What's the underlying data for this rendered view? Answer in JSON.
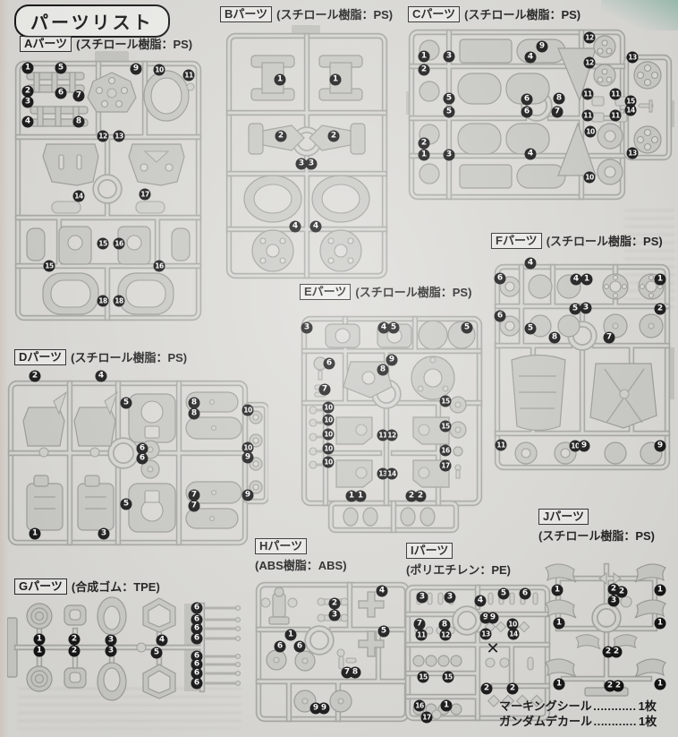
{
  "page_title": "パーツリスト",
  "sections": [
    {
      "id": "A",
      "label": "Aパーツ",
      "material": "(スチロール樹脂：PS)",
      "badges": [
        [
          "1",
          17,
          19
        ],
        [
          "5",
          54,
          19
        ],
        [
          "2",
          17,
          45
        ],
        [
          "6",
          54,
          47
        ],
        [
          "7",
          74,
          50
        ],
        [
          "3",
          17,
          57
        ],
        [
          "4",
          17,
          79
        ],
        [
          "8",
          74,
          79
        ],
        [
          "9",
          138,
          20
        ],
        [
          "10",
          164,
          21
        ],
        [
          "11",
          197,
          27
        ],
        [
          "12",
          101,
          95
        ],
        [
          "13",
          119,
          95
        ],
        [
          "14",
          74,
          162
        ],
        [
          "17",
          148,
          160
        ],
        [
          "15",
          101,
          215
        ],
        [
          "16",
          119,
          215
        ],
        [
          "15",
          41,
          240
        ],
        [
          "16",
          164,
          240
        ],
        [
          "18",
          101,
          279
        ],
        [
          "18",
          119,
          279
        ]
      ]
    },
    {
      "id": "B",
      "label": "Bパーツ",
      "material": "(スチロール樹脂：PS)",
      "badges": [
        [
          "1",
          65,
          63
        ],
        [
          "1",
          127,
          63
        ],
        [
          "2",
          66,
          126
        ],
        [
          "2",
          125,
          126
        ],
        [
          "3",
          89,
          157
        ],
        [
          "3",
          100,
          157
        ],
        [
          "4",
          82,
          227
        ],
        [
          "4",
          105,
          227
        ]
      ]
    },
    {
      "id": "C",
      "label": "Cパーツ",
      "material": "(スチロール樹脂：PS)",
      "badges": [
        [
          "1",
          20,
          37
        ],
        [
          "3",
          48,
          37
        ],
        [
          "4",
          139,
          38
        ],
        [
          "9",
          152,
          26
        ],
        [
          "12",
          205,
          16
        ],
        [
          "12",
          205,
          44
        ],
        [
          "13",
          253,
          38
        ],
        [
          "2",
          20,
          52
        ],
        [
          "5",
          48,
          84
        ],
        [
          "5",
          48,
          99
        ],
        [
          "6",
          135,
          85
        ],
        [
          "6",
          135,
          99
        ],
        [
          "8",
          171,
          84
        ],
        [
          "7",
          169,
          99
        ],
        [
          "11",
          203,
          79
        ],
        [
          "11",
          234,
          79
        ],
        [
          "11",
          203,
          103
        ],
        [
          "11",
          234,
          103
        ],
        [
          "15",
          251,
          87
        ],
        [
          "14",
          251,
          97
        ],
        [
          "2",
          20,
          134
        ],
        [
          "1",
          20,
          147
        ],
        [
          "3",
          48,
          147
        ],
        [
          "4",
          139,
          146
        ],
        [
          "10",
          206,
          121
        ],
        [
          "10",
          205,
          172
        ],
        [
          "13",
          253,
          145
        ]
      ]
    },
    {
      "id": "D",
      "label": "Dパーツ",
      "material": "(スチロール樹脂：PS)",
      "badges": [
        [
          "2",
          31,
          10
        ],
        [
          "4",
          105,
          10
        ],
        [
          "5",
          133,
          40
        ],
        [
          "8",
          209,
          40
        ],
        [
          "8",
          209,
          52
        ],
        [
          "10",
          269,
          48
        ],
        [
          "10",
          269,
          90
        ],
        [
          "9",
          269,
          101
        ],
        [
          "9",
          269,
          143
        ],
        [
          "6",
          151,
          91
        ],
        [
          "6",
          151,
          102
        ],
        [
          "5",
          133,
          153
        ],
        [
          "7",
          209,
          143
        ],
        [
          "7",
          209,
          155
        ],
        [
          "1",
          31,
          186
        ],
        [
          "3",
          108,
          186
        ]
      ]
    },
    {
      "id": "E",
      "label": "Eパーツ",
      "material": "(スチロール樹脂：PS)",
      "badges": [
        [
          "3",
          9,
          26
        ],
        [
          "4",
          95,
          26
        ],
        [
          "5",
          106,
          26
        ],
        [
          "5",
          188,
          26
        ],
        [
          "6",
          34,
          66
        ],
        [
          "7",
          29,
          95
        ],
        [
          "8",
          94,
          73
        ],
        [
          "9",
          104,
          62
        ],
        [
          "10",
          33,
          115
        ],
        [
          "10",
          33,
          129
        ],
        [
          "10",
          33,
          145
        ],
        [
          "10",
          33,
          161
        ],
        [
          "10",
          33,
          176
        ],
        [
          "11",
          94,
          146
        ],
        [
          "12",
          104,
          146
        ],
        [
          "13",
          94,
          189
        ],
        [
          "14",
          104,
          189
        ],
        [
          "15",
          164,
          108
        ],
        [
          "15",
          164,
          136
        ],
        [
          "16",
          164,
          163
        ],
        [
          "17",
          164,
          180
        ],
        [
          "1",
          59,
          214
        ],
        [
          "1",
          69,
          214
        ],
        [
          "2",
          126,
          214
        ],
        [
          "2",
          136,
          214
        ]
      ]
    },
    {
      "id": "F",
      "label": "Fパーツ",
      "material": "(スチロール樹脂：PS)",
      "badges": [
        [
          "4",
          45,
          10
        ],
        [
          "6",
          11,
          27
        ],
        [
          "4",
          96,
          28
        ],
        [
          "1",
          108,
          28
        ],
        [
          "1",
          190,
          28
        ],
        [
          "6",
          11,
          69
        ],
        [
          "5",
          45,
          83
        ],
        [
          "5",
          95,
          61
        ],
        [
          "3",
          107,
          60
        ],
        [
          "2",
          190,
          61
        ],
        [
          "8",
          72,
          93
        ],
        [
          "7",
          133,
          93
        ],
        [
          "11",
          12,
          213
        ],
        [
          "10",
          95,
          214
        ],
        [
          "9",
          105,
          214
        ],
        [
          "9",
          190,
          214
        ]
      ]
    },
    {
      "id": "G",
      "label": "Gパーツ",
      "material": "(合成ゴム：TPE)",
      "badges": [
        [
          "1",
          36,
          54
        ],
        [
          "1",
          36,
          67
        ],
        [
          "2",
          75,
          54
        ],
        [
          "2",
          75,
          67
        ],
        [
          "3",
          116,
          55
        ],
        [
          "3",
          116,
          67
        ],
        [
          "4",
          173,
          55
        ],
        [
          "5",
          167,
          69
        ],
        [
          "6",
          212,
          19
        ],
        [
          "6",
          212,
          32
        ],
        [
          "6",
          212,
          42
        ],
        [
          "6",
          212,
          53
        ],
        [
          "6",
          212,
          73
        ],
        [
          "6",
          212,
          82
        ],
        [
          "6",
          212,
          92
        ],
        [
          "6",
          212,
          103
        ]
      ]
    },
    {
      "id": "H",
      "label": "Hパーツ",
      "material": "(ABS樹脂：ABS)",
      "badges": [
        [
          "1",
          42,
          66
        ],
        [
          "2",
          91,
          31
        ],
        [
          "3",
          91,
          44
        ],
        [
          "4",
          144,
          17
        ],
        [
          "5",
          146,
          62
        ],
        [
          "6",
          30,
          79
        ],
        [
          "6",
          52,
          79
        ],
        [
          "7",
          105,
          108
        ],
        [
          "8",
          114,
          108
        ],
        [
          "9",
          70,
          148
        ],
        [
          "9",
          79,
          148
        ]
      ]
    },
    {
      "id": "I",
      "label": "Iパーツ",
      "material": "(ポリエチレン：PE)",
      "badges": [
        [
          "3",
          20,
          19
        ],
        [
          "3",
          51,
          19
        ],
        [
          "4",
          85,
          23
        ],
        [
          "5",
          111,
          15
        ],
        [
          "6",
          135,
          15
        ],
        [
          "7",
          17,
          49
        ],
        [
          "8",
          45,
          50
        ],
        [
          "9",
          91,
          42
        ],
        [
          "9",
          99,
          42
        ],
        [
          "10",
          121,
          49
        ],
        [
          "11",
          19,
          61
        ],
        [
          "12",
          46,
          61
        ],
        [
          "13",
          91,
          60
        ],
        [
          "14",
          122,
          60
        ],
        [
          "✕",
          99,
          76
        ],
        [
          "15",
          21,
          108
        ],
        [
          "15",
          49,
          108
        ],
        [
          "2",
          92,
          121
        ],
        [
          "2",
          121,
          121
        ],
        [
          "16",
          17,
          140
        ],
        [
          "1",
          47,
          140
        ],
        [
          "17",
          25,
          153
        ]
      ]
    },
    {
      "id": "J",
      "label": "Jパーツ",
      "material": "(スチロール樹脂：PS)",
      "badges": [
        [
          "1",
          25,
          49
        ],
        [
          "2",
          88,
          48
        ],
        [
          "2",
          97,
          51
        ],
        [
          "1",
          140,
          49
        ],
        [
          "3",
          88,
          61
        ],
        [
          "1",
          27,
          86
        ],
        [
          "1",
          140,
          86
        ],
        [
          "2",
          82,
          118
        ],
        [
          "2",
          91,
          118
        ],
        [
          "1",
          27,
          154
        ],
        [
          "2",
          84,
          156
        ],
        [
          "2",
          93,
          156
        ],
        [
          "1",
          140,
          154
        ]
      ]
    }
  ],
  "footer": {
    "lines": [
      {
        "label": "マーキングシール",
        "dots": "…………",
        "qty": "1枚"
      },
      {
        "label": "ガンダムデカール",
        "dots": "…………",
        "qty": "1枚"
      }
    ]
  }
}
